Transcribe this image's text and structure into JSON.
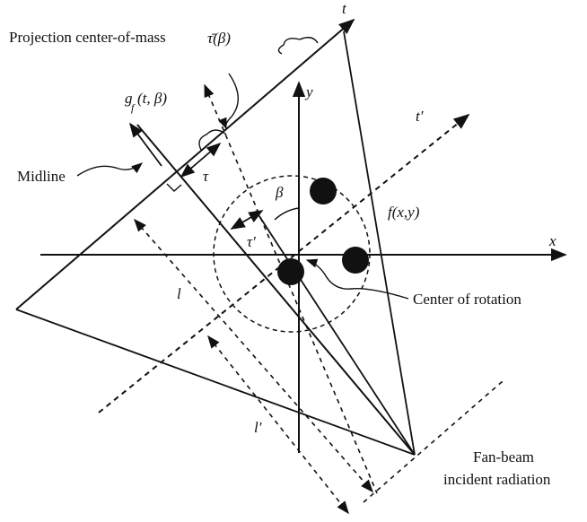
{
  "labels": {
    "projection_cm": "Projection center-of-mass",
    "projection_cm_symbol": "τ̄(β)",
    "g_label": "g",
    "g_sub": "f",
    "g_args": "(t, β)",
    "midline": "Midline",
    "tau": "τ",
    "tau_prime": "τ′",
    "beta": "β",
    "t_axis": "t",
    "t_prime_axis": "t′",
    "x_axis": "x",
    "y_axis": "y",
    "f_xy": "f(x,y)",
    "center_of_rotation": "Center of rotation",
    "l": "l",
    "l_prime": "l′",
    "fan_beam_line1": "Fan-beam",
    "fan_beam_line2": "incident radiation"
  }
}
